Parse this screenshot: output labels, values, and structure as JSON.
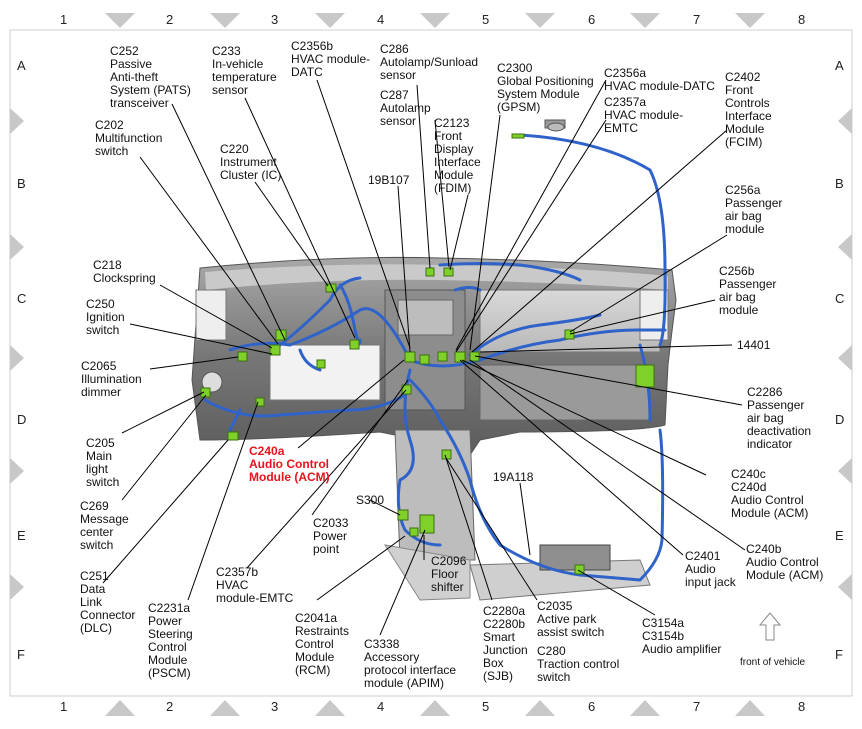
{
  "grid": {
    "columns": [
      "1",
      "2",
      "3",
      "4",
      "5",
      "6",
      "7",
      "8"
    ],
    "rows": [
      "A",
      "B",
      "C",
      "D",
      "E",
      "F"
    ]
  },
  "labels": {
    "c252": "C252\nPassive\nAnti-theft\nSystem (PATS)\ntransceiver",
    "c233": "C233\nIn-vehicle\ntemperature\nsensor",
    "c2356b": "C2356b\nHVAC module-\nDATC",
    "c286": "C286\nAutolamp/Sunload\nsensor",
    "c287": "C287\nAutolamp\nsensor",
    "c2300": "C2300\nGlobal Positioning\nSystem Module\n(GPSM)",
    "c2356a": "C2356a\nHVAC module-DATC",
    "c2357a": "C2357a\nHVAC module-\nEMTC",
    "c2402": "C2402\nFront\nControls\nInterface\nModule\n(FCIM)",
    "c202": "C202\nMultifunction\nswitch",
    "c220": "C220\nInstrument\nCluster (IC)",
    "c2123": "C2123\nFront\nDisplay\nInterface\nModule\n(FDIM)",
    "n19b107": "19B107",
    "c256a": "C256a\nPassenger\nair bag\nmodule",
    "c218": "C218\nClockspring",
    "c256b": "C256b\nPassenger\nair bag\nmodule",
    "c250": "C250\nIgnition\nswitch",
    "n14401": "14401",
    "c2065": "C2065\nIllumination\ndimmer",
    "c2286": "C2286\nPassenger\nair bag\ndeactivation\nindicator",
    "c205": "C205\nMain\nlight\nswitch",
    "c240a": "C240a\nAudio Control\nModule (ACM)",
    "c240cd": "C240c\nC240d\nAudio Control\nModule (ACM)",
    "c269": "C269\nMessage\ncenter\nswitch",
    "n19a118": "19A118",
    "s300": "S300",
    "c2033": "C2033\nPower\npoint",
    "c251": "C251\nData\nLink\nConnector\n(DLC)",
    "c2357b": "C2357b\nHVAC\nmodule-EMTC",
    "c2231a": "C2231a\nPower\nSteering\nControl\nModule\n(PSCM)",
    "c2041a": "C2041a\nRestraints\nControl\nModule\n(RCM)",
    "c2096": "C2096\nFloor\nshifter",
    "c2280": "C2280a\nC2280b\nSmart\nJunction\nBox\n(SJB)",
    "c2035": "C2035\nActive park\nassist switch",
    "c280": "C280\nTraction control\nswitch",
    "c2401": "C2401\nAudio\ninput jack",
    "c240b": "C240b\nAudio Control\nModule (ACM)",
    "c3154": "C3154a\nC3154b\nAudio amplifier",
    "c3338": "C3338\nAccessory\nprotocol interface\nmodule (APIM)",
    "front": "front of vehicle"
  },
  "colors": {
    "harness": "#2f63c9",
    "connector": "#7fd12a",
    "callout_red": "#e8141b",
    "dash": "#8a8a8a",
    "grid_marker": "#c8c8c8"
  }
}
